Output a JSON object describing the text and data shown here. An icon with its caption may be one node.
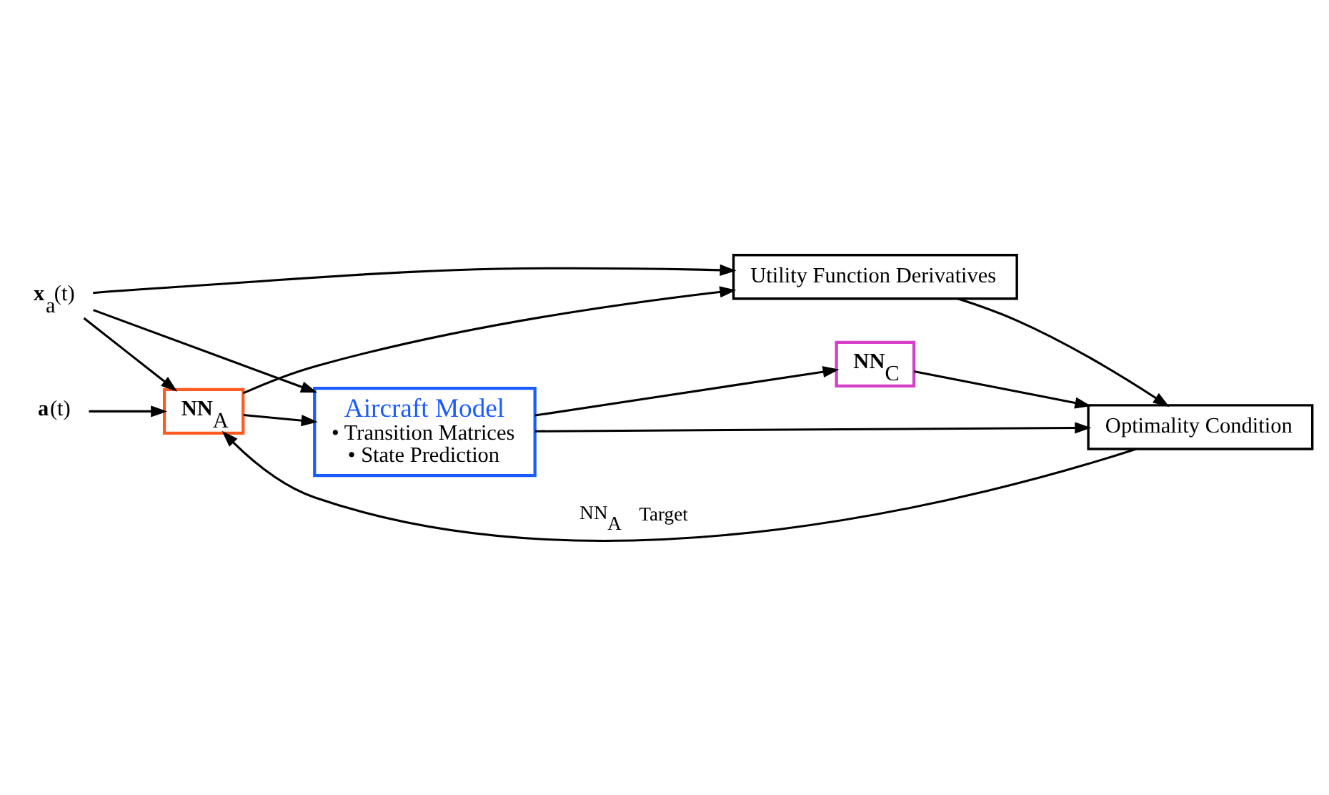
{
  "diagram": {
    "nodes": [
      {
        "text": [
          "**x**$_{a}$(t)"
        ]
      },
      {
        "text": [
          "**a**(t)"
        ]
      },
      {
        "text": [
          "**NN**$_{A}$"
        ]
      },
      {
        "text": [
          "Aircraft Model",
          "• Transition Matrices",
          "• State Prediction"
        ]
      },
      {
        "text": [
          "Utility Function Derivatives"
        ]
      },
      {
        "text": [
          "Optimality Condition"
        ]
      },
      {
        "text": [
          "**NN**$_{C}$"
        ]
      }
    ],
    "edges": [
      {
        "from": 0,
        "to": 2,
        "arrow": "to"
      },
      {
        "from": 0,
        "to": 3,
        "arrow": "to"
      },
      {
        "from": 0,
        "to": 4,
        "arrow": "to"
      },
      {
        "from": 1,
        "to": 2,
        "arrow": "to"
      },
      {
        "from": 2,
        "to": 3,
        "arrow": "to"
      },
      {
        "from": 2,
        "to": 4,
        "arrow": "to"
      },
      {
        "from": 3,
        "to": 5,
        "arrow": "to"
      },
      {
        "from": 3,
        "to": 6,
        "arrow": "to"
      },
      {
        "from": 4,
        "to": 5,
        "arrow": "to"
      },
      {
        "from": 6,
        "to": 5,
        "arrow": "to"
      },
      {
        "from": 5,
        "to": 2,
        "arrow": "to",
        "label": "NN$_{A}$ Target"
      }
    ]
  }
}
